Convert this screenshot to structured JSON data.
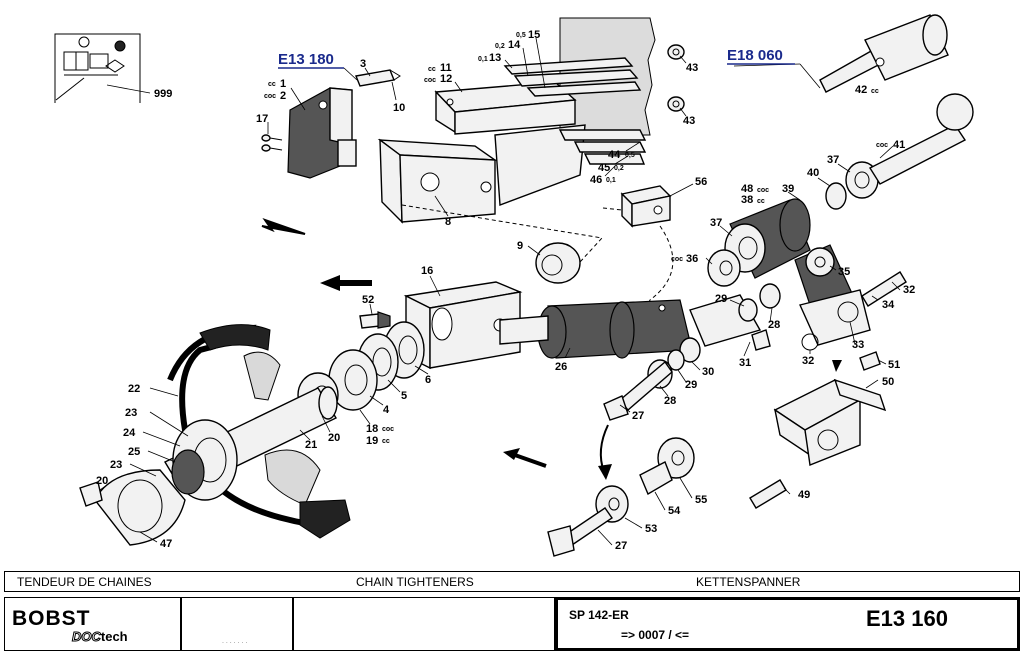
{
  "diagram": {
    "references": [
      {
        "text": "E13 180"
      },
      {
        "text": "E18 060"
      }
    ],
    "parts": [
      {
        "text": "999"
      },
      {
        "text": "1"
      },
      {
        "text": "2"
      },
      {
        "text": "cc"
      },
      {
        "text": "coc"
      },
      {
        "text": "3"
      },
      {
        "text": "10"
      },
      {
        "text": "17"
      },
      {
        "text": "11"
      },
      {
        "text": "12"
      },
      {
        "text": "cc"
      },
      {
        "text": "coc"
      },
      {
        "text": "13"
      },
      {
        "text": "14"
      },
      {
        "text": "15"
      },
      {
        "text": "0,1"
      },
      {
        "text": "0,2"
      },
      {
        "text": "0,5"
      },
      {
        "text": "43"
      },
      {
        "text": "43"
      },
      {
        "text": "42"
      },
      {
        "text": "cc"
      },
      {
        "text": "44"
      },
      {
        "text": "0,5"
      },
      {
        "text": "45"
      },
      {
        "text": "0,2"
      },
      {
        "text": "46"
      },
      {
        "text": "0,1"
      },
      {
        "text": "8"
      },
      {
        "text": "56"
      },
      {
        "text": "9"
      },
      {
        "text": "16"
      },
      {
        "text": "52"
      },
      {
        "text": "41"
      },
      {
        "text": "coc"
      },
      {
        "text": "37"
      },
      {
        "text": "40"
      },
      {
        "text": "39"
      },
      {
        "text": "48"
      },
      {
        "text": "coc"
      },
      {
        "text": "38"
      },
      {
        "text": "cc"
      },
      {
        "text": "37"
      },
      {
        "text": "36"
      },
      {
        "text": "coc"
      },
      {
        "text": "35"
      },
      {
        "text": "32"
      },
      {
        "text": "34"
      },
      {
        "text": "29"
      },
      {
        "text": "28"
      },
      {
        "text": "31"
      },
      {
        "text": "32"
      },
      {
        "text": "33"
      },
      {
        "text": "51"
      },
      {
        "text": "50"
      },
      {
        "text": "26"
      },
      {
        "text": "30"
      },
      {
        "text": "29"
      },
      {
        "text": "28"
      },
      {
        "text": "27"
      },
      {
        "text": "6"
      },
      {
        "text": "5"
      },
      {
        "text": "4"
      },
      {
        "text": "18"
      },
      {
        "text": "coc"
      },
      {
        "text": "19"
      },
      {
        "text": "cc"
      },
      {
        "text": "20"
      },
      {
        "text": "21"
      },
      {
        "text": "22"
      },
      {
        "text": "23"
      },
      {
        "text": "24"
      },
      {
        "text": "25"
      },
      {
        "text": "23"
      },
      {
        "text": "20"
      },
      {
        "text": "47"
      },
      {
        "text": "55"
      },
      {
        "text": "54"
      },
      {
        "text": "53"
      },
      {
        "text": "27"
      },
      {
        "text": "49"
      }
    ]
  },
  "strip": {
    "fr": "TENDEUR DE CHAINES",
    "en": "CHAIN TIGHTENERS",
    "de": "KETTENSPANNER"
  },
  "titleblock": {
    "brand": "BOBST",
    "doc": "DOC",
    "tech": "tech",
    "dots": ". . . . . . .",
    "machine": "SP 142-ER",
    "version": "=> 0007 /      <=",
    "drawing_no": "E13 160"
  }
}
